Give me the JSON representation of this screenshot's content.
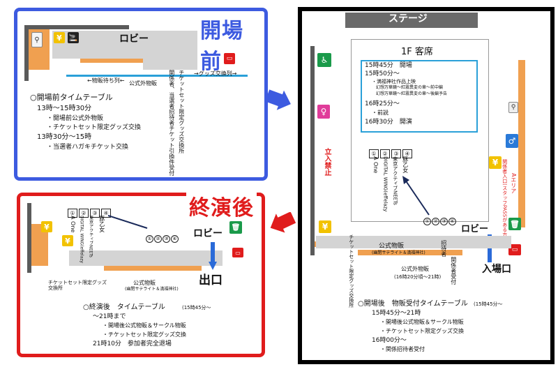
{
  "colors": {
    "blue": "#3d5be0",
    "red": "#e01c1c",
    "orange": "#f0a050",
    "black": "#000000",
    "cyan": "#2aa0d8"
  },
  "top_left": {
    "title": "開場前",
    "lobby": "ロビー",
    "goods_queue": "←物販待ち列←",
    "goods_queue2": "→グッズ交換列→",
    "official_goods": "公式外物販",
    "vertical_1": "関係者、当選者招待者チケット引換件受付",
    "vertical_2": "チケットセット限定グッズ交換所",
    "schedule": [
      "○開場前タイムテーブル",
      "13時～15時30分",
      "・開場前公式外物販",
      "・チケットセット限定グッズ交換",
      "13時30分～15時",
      "・当選者ハガキチケット交換"
    ]
  },
  "right": {
    "stage": "ステージ",
    "floor": "1F 客席",
    "schedule_box": [
      "15時45分　開場",
      "15時50分～",
      "・満福神社作品上映",
      "幻想万華鏡～紅霧異変の章～前中編",
      "幻想万華鏡～紅霧異変の章～後編予告",
      "16時25分～",
      "・前説",
      "16時30分　開演"
    ],
    "no_entry": "立入禁止",
    "entrance_side": "入場口",
    "lobby": "ロビー",
    "area_label": "Aエリア",
    "pass_text": "関係者入口(スタッフPASSがある方)",
    "seats": [
      "①",
      "②",
      "③",
      "④"
    ],
    "performers": [
      "A One",
      "DIGITAL WING(effelazy",
      "東京アクティブNEETs",
      "豚乙女"
    ],
    "ticket_goods": "チケットセット限定グッズ交換所",
    "official_goods": "公式物販",
    "official_goods_sub": "(幽閉サテライト＆満福神社)",
    "official_outside": "公式外物販",
    "official_outside_time": "(16時20分頃～21時)",
    "staff_invite": "招待者",
    "staff_reception": "関係者受付",
    "schedule": [
      "○開場後　物販受付タイムテーブル",
      "(15時45分～",
      "15時45分～21時",
      "・開場後公式物販＆サークル物販",
      "・チケットセット限定グッズ交換",
      "16時00分～",
      "・関係招待者受付"
    ]
  },
  "bottom_left": {
    "title": "終演後",
    "lobby": "ロビー",
    "exit": "出口",
    "ticket_goods": "チケットセット限定グッズ交換所",
    "official_goods": "公式物販",
    "official_goods_sub": "(幽閉サテライト＆満福神社)",
    "seats": [
      "①",
      "②",
      "③",
      "④"
    ],
    "performers": [
      "A One",
      "DIGITAL WING(effelazy",
      "東京アクティブNEETs",
      "豚乙女"
    ],
    "schedule": [
      "○終演後　タイムテーブル",
      "(15時45分～",
      "～21時まで",
      "・開場後公式物販＆サークル物販",
      "・チケットセット限定グッズ交換",
      "21時10分　参加者完全退場"
    ]
  }
}
